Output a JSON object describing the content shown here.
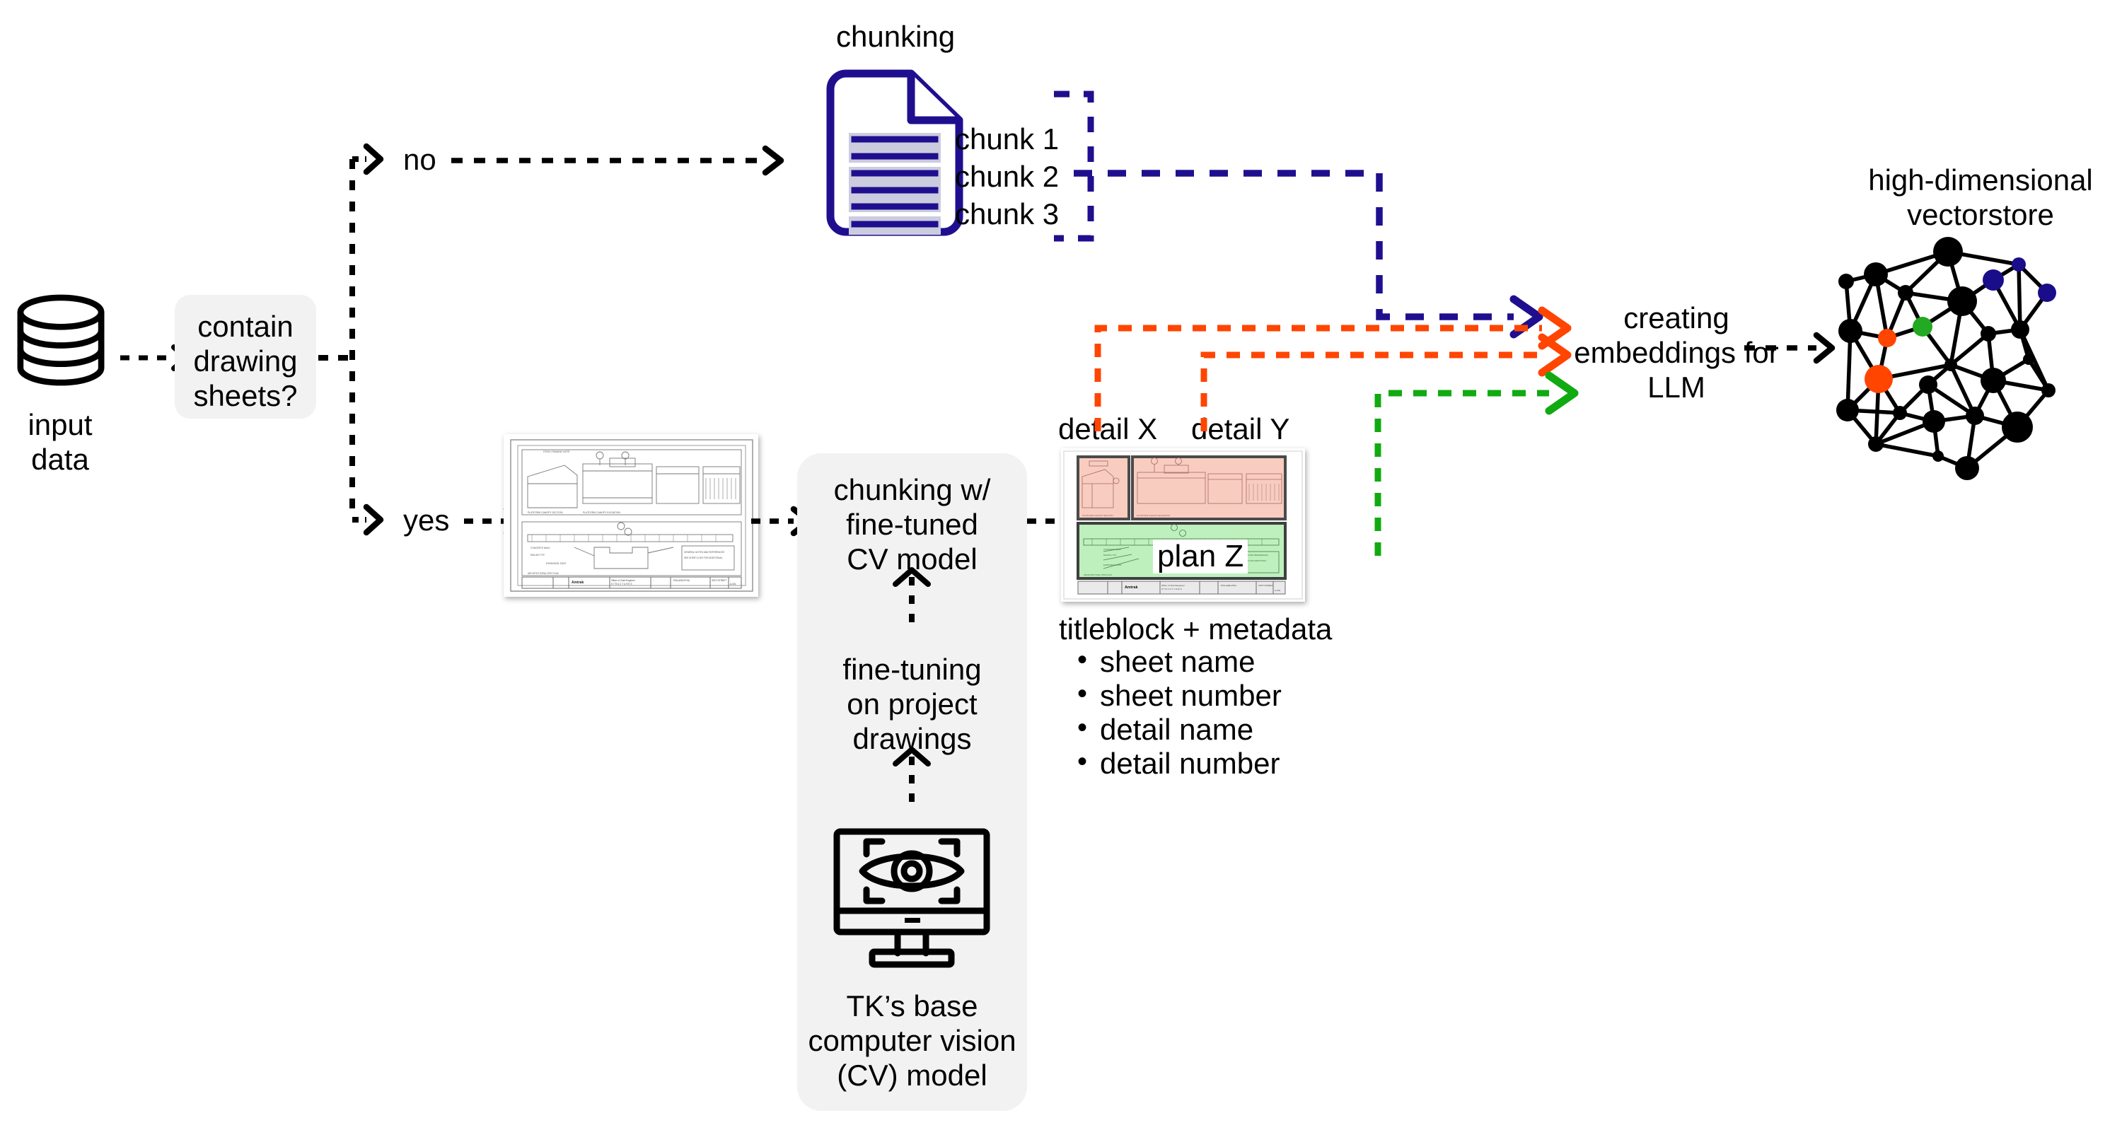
{
  "flow": {
    "input": {
      "label": "input\ndata",
      "line1": "input",
      "line2": "data",
      "icon": "database-icon"
    },
    "decision": {
      "label": "contain drawing sheets?",
      "line1": "contain",
      "line2": "drawing",
      "line3": "sheets?"
    },
    "branch_no": "no",
    "branch_yes": "yes"
  },
  "chunking": {
    "title": "chunking",
    "doc_icon": "document-icon",
    "chunks": [
      "chunk 1",
      "chunk 2",
      "chunk 3"
    ]
  },
  "cv_panel": {
    "step1_l1": "chunking w/",
    "step1_l2": "fine-tuned",
    "step1_l3": "CV model",
    "step2_l1": "fine-tuning",
    "step2_l2": "on project",
    "step2_l3": "drawings",
    "step3_l1": "TK’s base",
    "step3_l2": "computer vision",
    "step3_l3": "(CV) model",
    "monitor_icon": "monitor-eye-icon",
    "up_arrow_icon": "arrow-up-icon"
  },
  "sheet": {
    "thumb_icon": "drawing-sheet-icon",
    "detail_x": "detail X",
    "detail_y": "detail Y",
    "plan_z": "plan Z",
    "caption": "titleblock + metadata",
    "metadata": [
      "sheet name",
      "sheet number",
      "detail name",
      "detail number"
    ]
  },
  "embeddings": {
    "l1": "creating",
    "l2": "embeddings for",
    "l3": "LLM"
  },
  "vectorstore": {
    "title_l1": "high-dimensional",
    "title_l2": "vectorstore",
    "graph_icon": "network-graph-icon",
    "highlight_nodes": [
      {
        "color": "#ff4500",
        "name": "orange-node"
      },
      {
        "color": "#ff4500",
        "name": "orange-node"
      },
      {
        "color": "#22aa22",
        "name": "green-node"
      },
      {
        "color": "#1a0d8a",
        "name": "navy-node"
      },
      {
        "color": "#1a0d8a",
        "name": "navy-node"
      },
      {
        "color": "#1a0d8a",
        "name": "navy-node"
      }
    ]
  },
  "colors": {
    "navy": "#1f0f8f",
    "orange": "#ff4500",
    "green": "#11aa11",
    "black": "#000000",
    "panel_bg": "#f2f2f2",
    "doc_row": "#ccccdf",
    "detail_pink": "#f8cdc0",
    "plan_green": "#bdf0bd"
  }
}
